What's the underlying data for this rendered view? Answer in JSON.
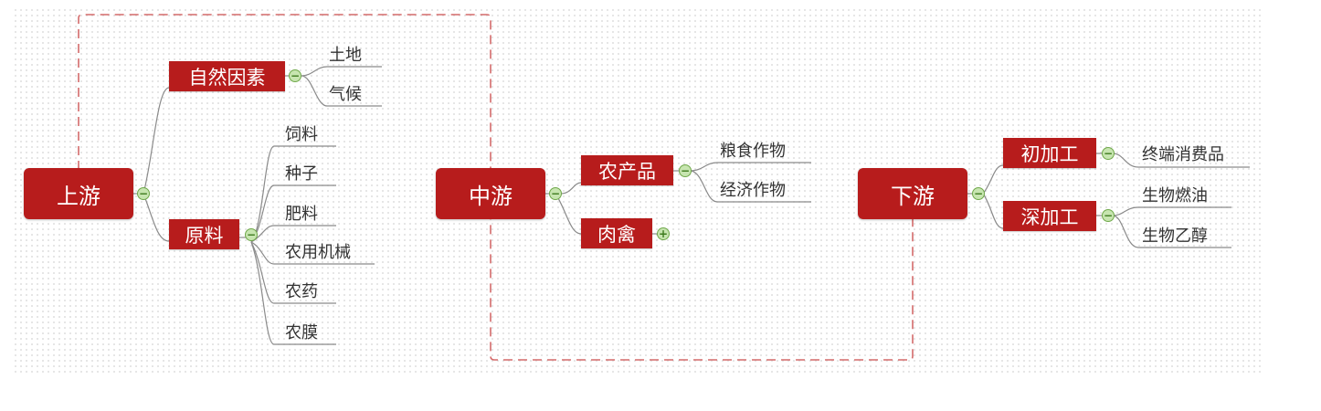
{
  "diagram": {
    "upstream": {
      "label": "上游",
      "branches": [
        {
          "label": "自然因素",
          "leaves": [
            "土地",
            "气候"
          ]
        },
        {
          "label": "原料",
          "leaves": [
            "饲料",
            "种子",
            "肥料",
            "农用机械",
            "农药",
            "农膜"
          ]
        }
      ]
    },
    "midstream": {
      "label": "中游",
      "branches": [
        {
          "label": "农产品",
          "leaves": [
            "粮食作物",
            "经济作物"
          ]
        },
        {
          "label": "肉禽",
          "leaves": []
        }
      ]
    },
    "downstream": {
      "label": "下游",
      "branches": [
        {
          "label": "初加工",
          "leaves": [
            "终端消费品"
          ]
        },
        {
          "label": "深加工",
          "leaves": [
            "生物燃油",
            "生物乙醇"
          ]
        }
      ]
    },
    "icons": {
      "collapse": "minus-circle-icon",
      "expand": "plus-circle-icon"
    },
    "colors": {
      "node_fill": "#b71c1c",
      "node_text": "#ffffff",
      "connector": "#8a8a8a",
      "boundary_dash": "#d46a6a",
      "toggle_fill": "#c7e5b0",
      "toggle_border": "#6fa84a"
    }
  }
}
